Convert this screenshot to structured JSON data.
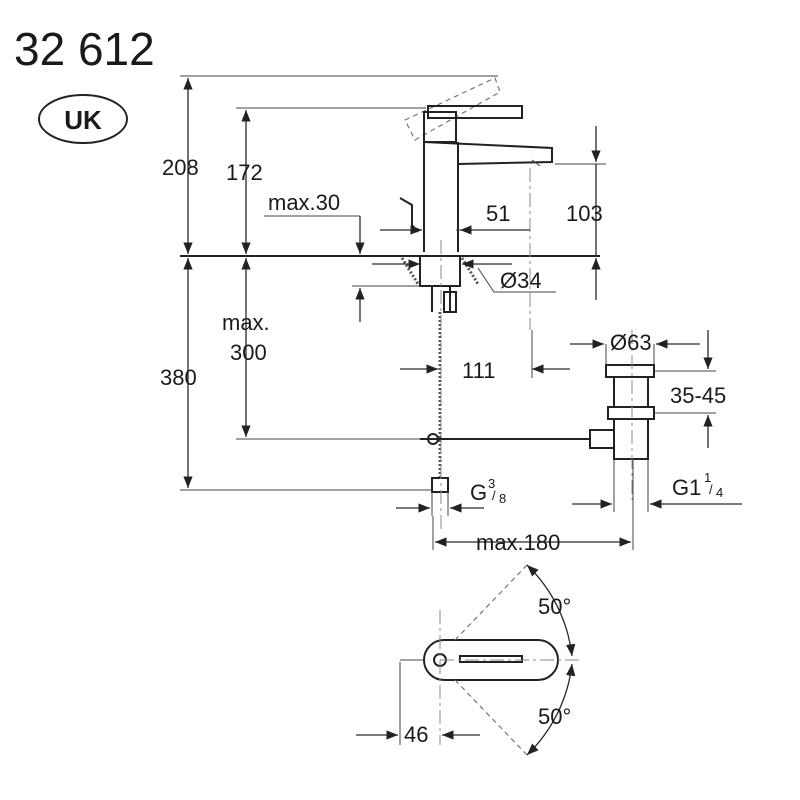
{
  "header": {
    "model_number": "32 612",
    "region_badge": "UK"
  },
  "dimensions": {
    "total_height": "208",
    "spout_height": "172",
    "max_thickness": "max.30",
    "spout_width": "51",
    "spout_outlet_height": "103",
    "hole_diameter": "Ø34",
    "max_depth_label": "max.",
    "max_depth_value": "300",
    "hose_length": "380",
    "waste_offset": "111",
    "waste_diameter": "Ø63",
    "waste_range": "35-45",
    "hose_thread_main": "G",
    "hose_thread_num": "3",
    "hose_thread_den": "8",
    "waste_thread_main": "G1",
    "waste_thread_num": "1",
    "waste_thread_den": "4",
    "max_horizontal": "max.180",
    "lever_angle_top": "50°",
    "lever_angle_bottom": "50°",
    "lever_offset": "46"
  },
  "colors": {
    "line": "#222222",
    "text": "#1a1a1a",
    "background": "#ffffff"
  }
}
